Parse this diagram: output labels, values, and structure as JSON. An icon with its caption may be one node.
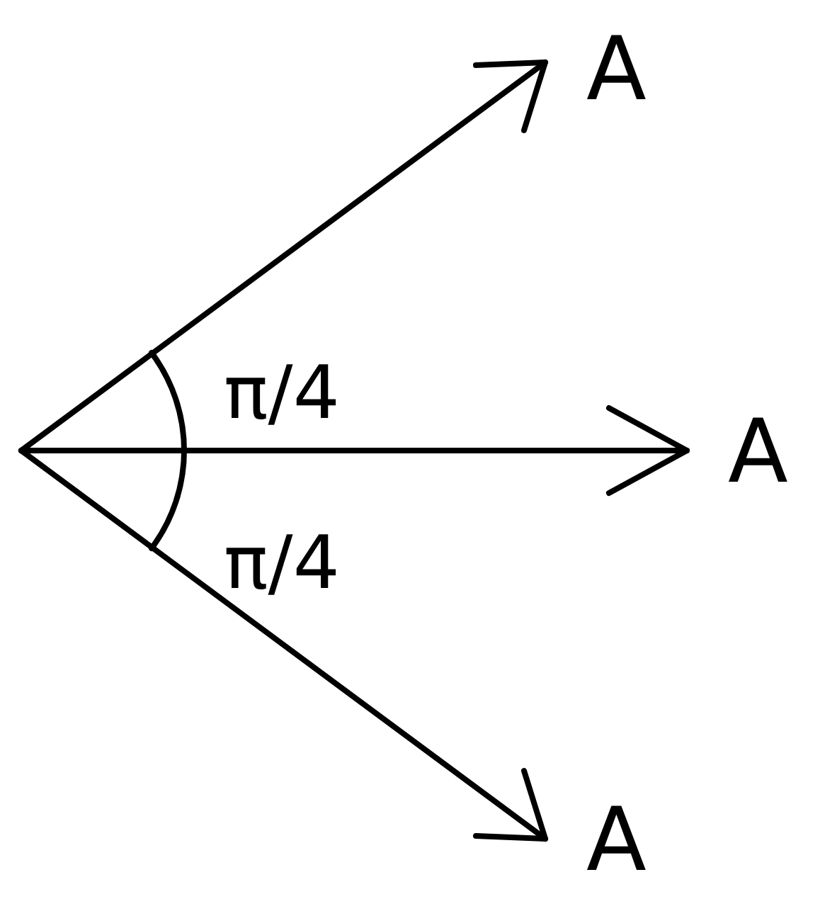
{
  "diagram": {
    "labels": [
      "A",
      "π/4",
      "A",
      "π/4",
      "A"
    ]
  }
}
